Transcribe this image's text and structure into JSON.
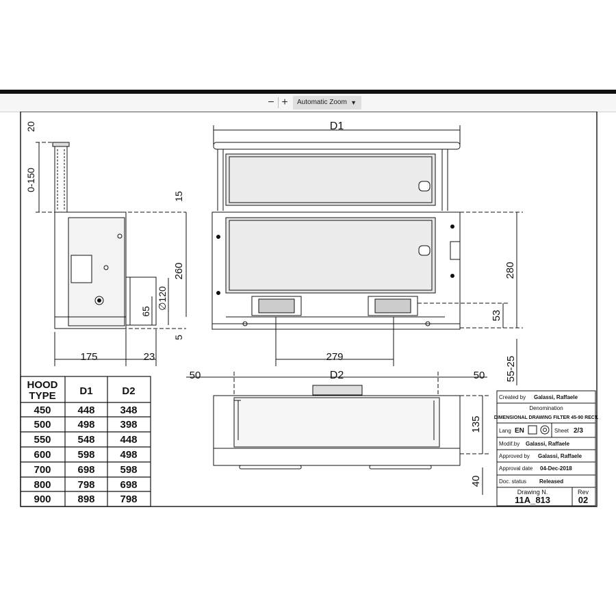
{
  "viewer": {
    "zoom_out_label": "−",
    "zoom_in_label": "+",
    "zoom_value": "Automatic Zoom"
  },
  "side_view": {
    "dim_20": "20",
    "dim_0_150": "0-150",
    "dim_15": "15",
    "dim_260": "260",
    "dim_120": "∅120",
    "dim_65": "65",
    "dim_5": "5",
    "dim_175": "175",
    "dim_23": "23"
  },
  "front_view": {
    "dim_d1": "D1",
    "dim_280": "280",
    "dim_53": "53",
    "dim_279": "279",
    "dim_55_25": "55-25"
  },
  "top_view": {
    "dim_50_left": "50",
    "dim_d2": "D2",
    "dim_50_right": "50",
    "dim_135": "135",
    "dim_40": "40"
  },
  "table": {
    "headers": [
      "HOOD TYPE",
      "D1",
      "D2"
    ],
    "header_line1": "HOOD",
    "header_line2": "TYPE",
    "rows": [
      [
        "450",
        "448",
        "348"
      ],
      [
        "500",
        "498",
        "398"
      ],
      [
        "550",
        "548",
        "448"
      ],
      [
        "600",
        "598",
        "498"
      ],
      [
        "700",
        "698",
        "598"
      ],
      [
        "800",
        "798",
        "698"
      ],
      [
        "900",
        "898",
        "798"
      ]
    ]
  },
  "title_block": {
    "created_by_label": "Created by",
    "created_by": "Galassi, Raffaele",
    "denomination_label": "Denomination",
    "denomination": "DIMENSIONAL DRAWING FILTER 45-90 RECT.",
    "lang_label": "Lang",
    "lang": "EN",
    "sheet_label": "Sheet",
    "sheet": "2/3",
    "modif_label": "Modif.by",
    "modif_by": "Galassi, Raffaele",
    "approved_label": "Approved by",
    "approved_by": "Galassi, Raffaele",
    "approval_date_label": "Approval date",
    "approval_date": "04-Dec-2018",
    "doc_status_label": "Doc. status",
    "doc_status": "Released",
    "drawing_n_label": "Drawing N.",
    "drawing_n": "11A_813",
    "rev_label": "Rev",
    "rev": "02"
  }
}
